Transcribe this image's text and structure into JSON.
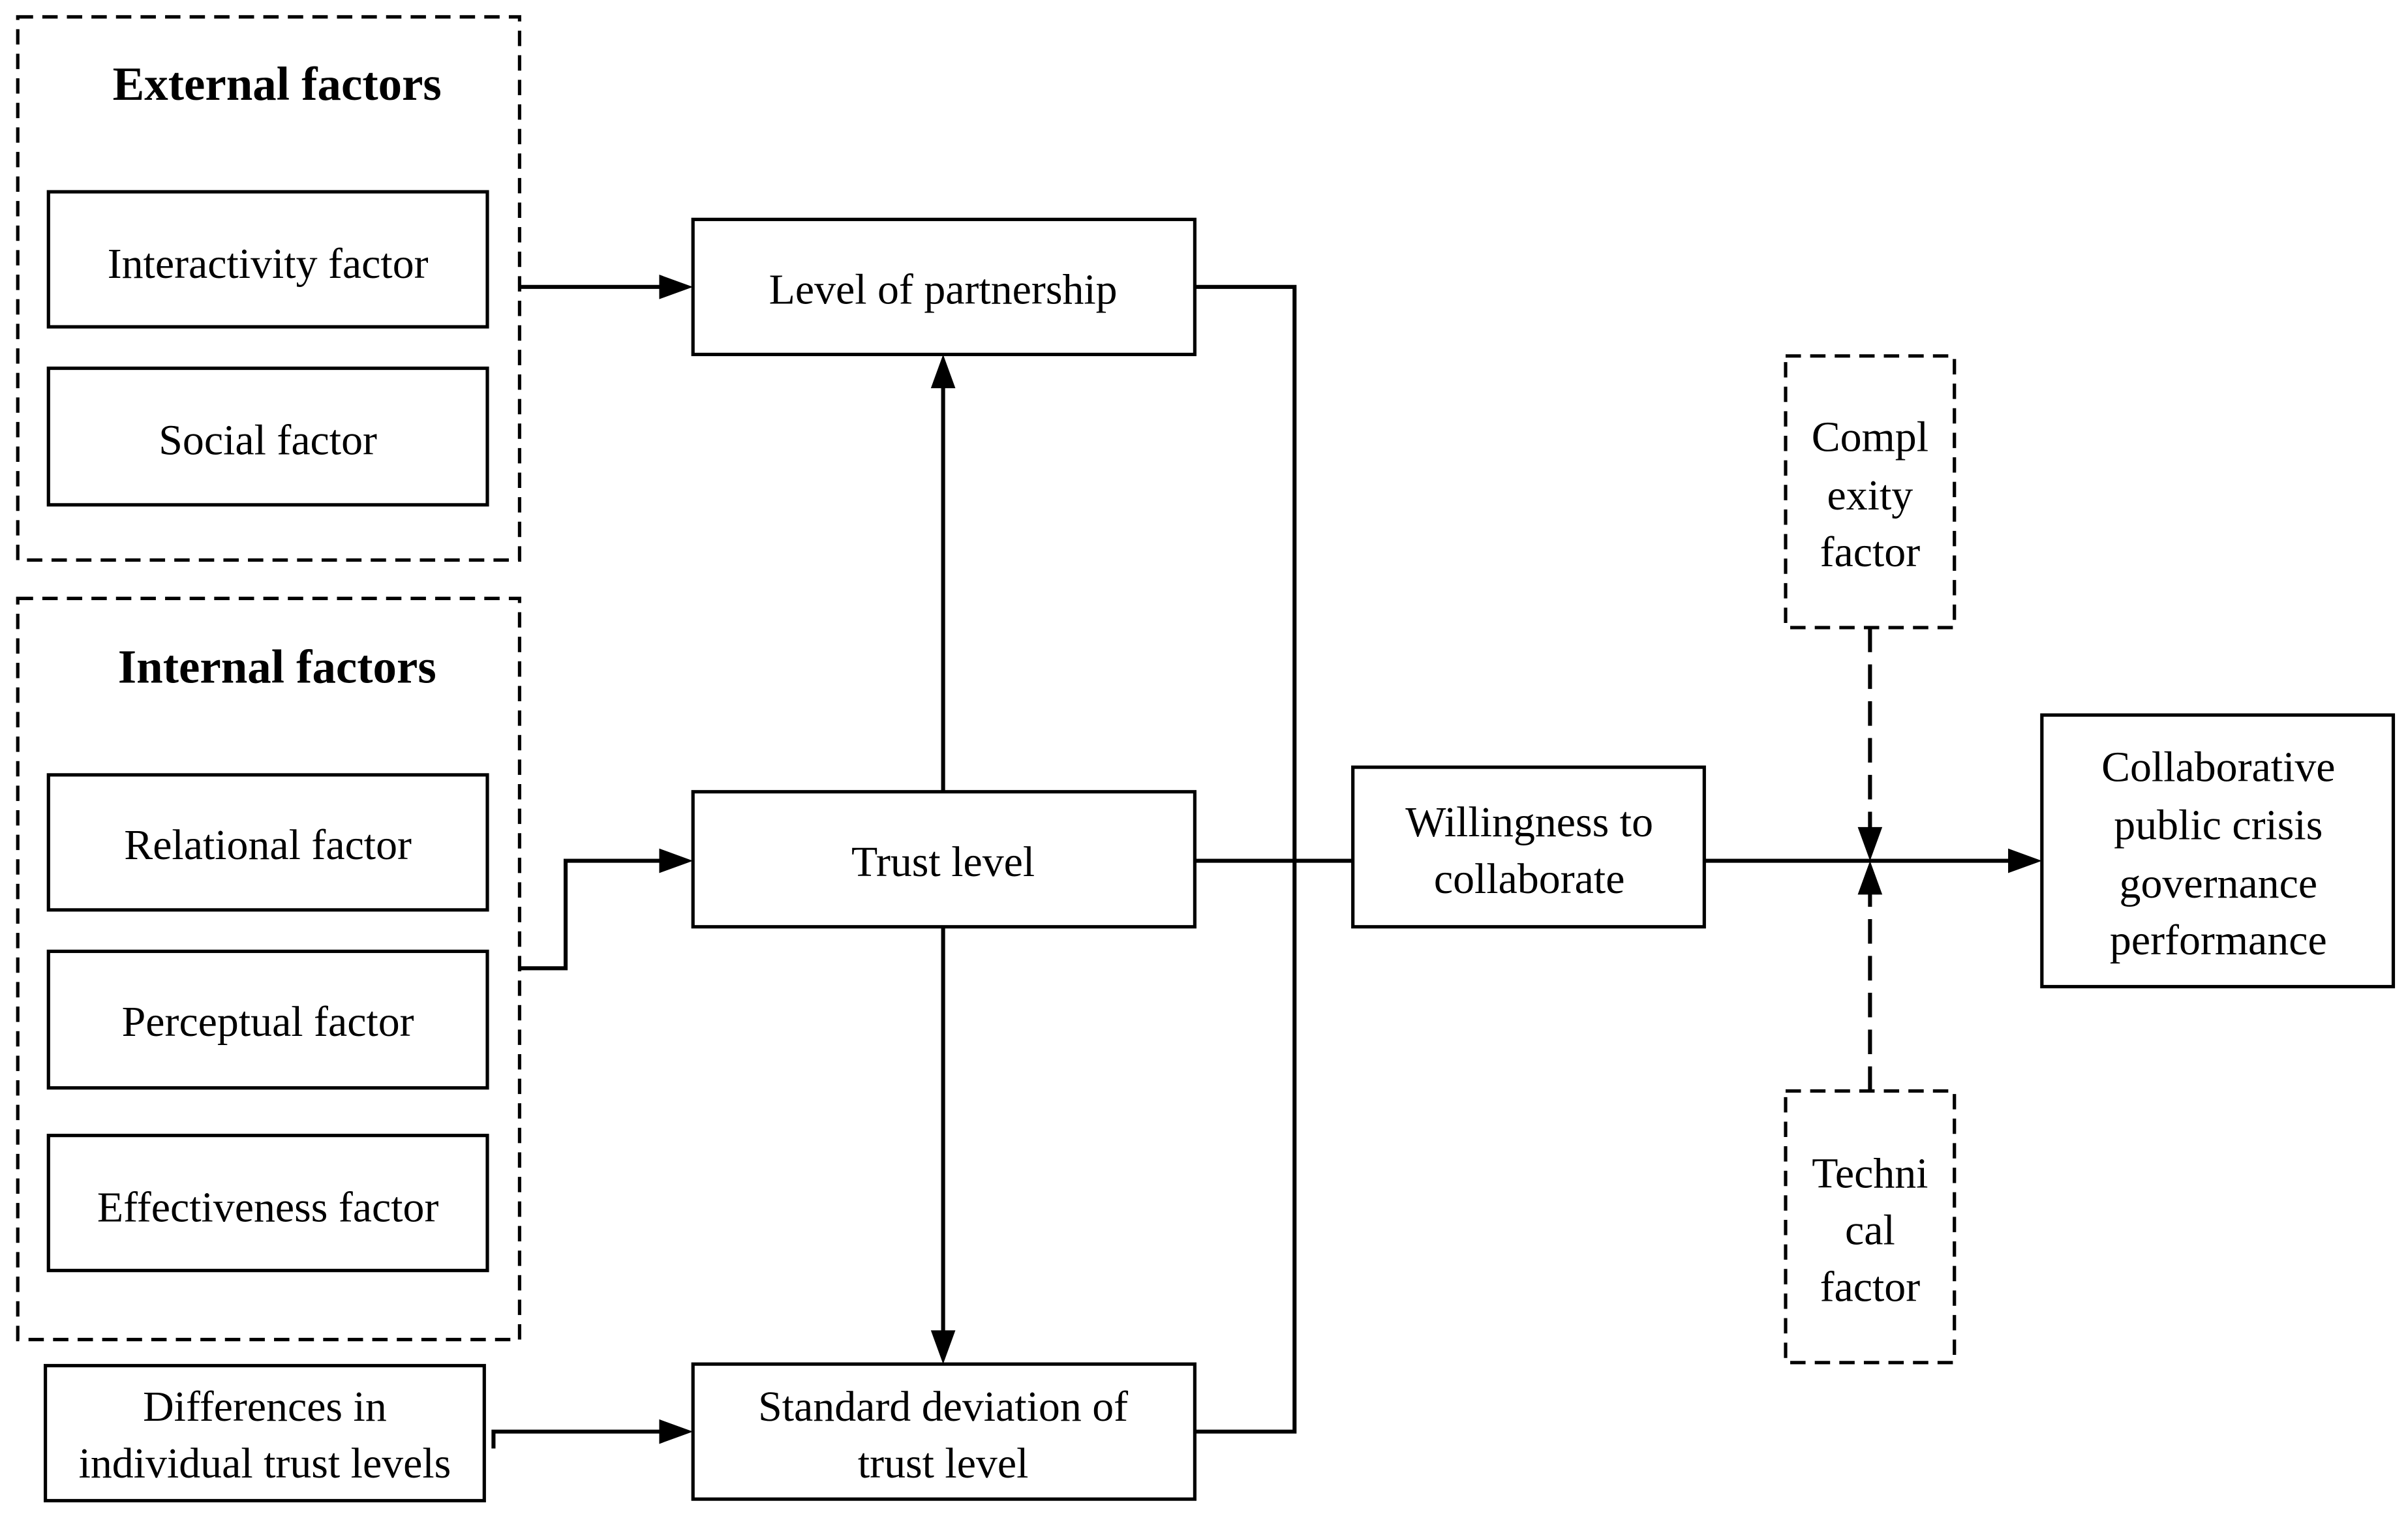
{
  "external_factors": {
    "title": "External factors",
    "items": [
      "Interactivity factor",
      "Social factor"
    ]
  },
  "internal_factors": {
    "title": "Internal factors",
    "items": [
      "Relational factor",
      "Perceptual factor",
      "Effectiveness factor"
    ]
  },
  "individual_differences": {
    "lines": [
      "Differences in",
      "individual trust levels"
    ]
  },
  "level_of_partnership": {
    "lines": [
      "Level of partnership"
    ]
  },
  "trust_level": {
    "lines": [
      "Trust level"
    ]
  },
  "trust_level_std_dev": {
    "lines": [
      "Standard deviation of",
      "trust level"
    ]
  },
  "willingness_to_collaborate": {
    "lines": [
      "Willingness to",
      "collaborate"
    ]
  },
  "complexity_factor": {
    "lines": [
      "Compl",
      "exity",
      "factor"
    ]
  },
  "technical_factor": {
    "lines": [
      "Techni",
      "cal",
      "factor"
    ]
  },
  "governance_performance": {
    "lines": [
      "Collaborative",
      "public crisis",
      "governance",
      "performance"
    ]
  },
  "colors": {
    "ink": "#000000",
    "background": "#ffffff"
  }
}
